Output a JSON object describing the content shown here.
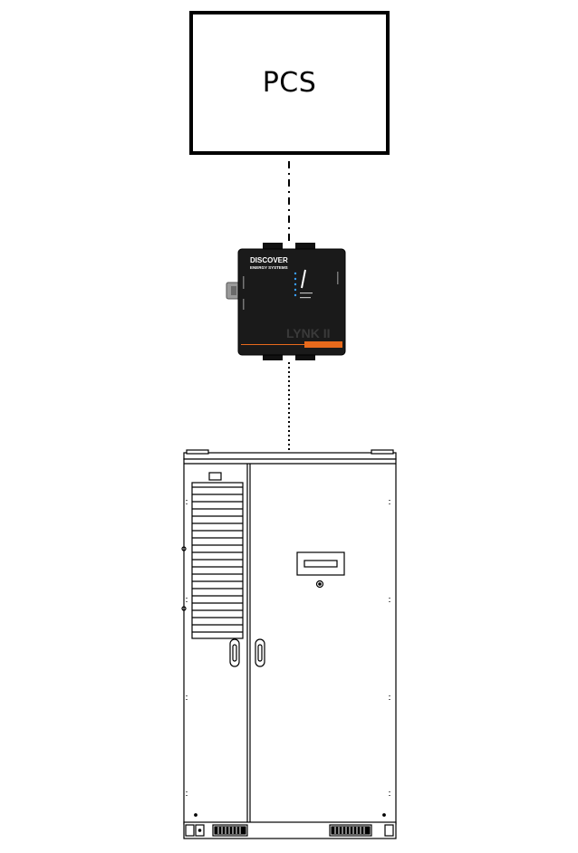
{
  "pcs": {
    "label": "PCS"
  },
  "lynk": {
    "brand": "DISCOVER",
    "brand_sub": "ENERGY SYSTEMS",
    "model": "LYNK II",
    "badge": "",
    "accent_color": "#e86a1c"
  },
  "connections": [
    {
      "from": "pcs",
      "to": "lynk",
      "style": "dash-dot"
    },
    {
      "from": "lynk",
      "to": "battery-cabinet",
      "style": "dotted"
    }
  ],
  "colors": {
    "line": "#000000",
    "device_body": "#1a1a1a",
    "accent": "#e86a1c"
  }
}
